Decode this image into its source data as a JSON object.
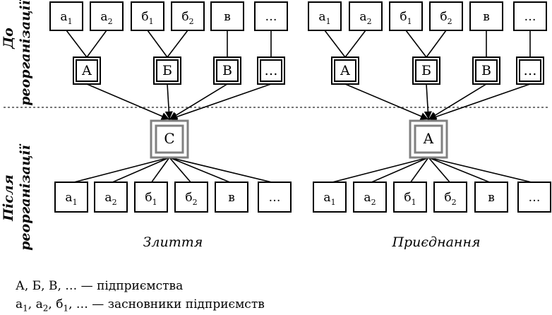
{
  "side_labels": {
    "before": [
      "До",
      "реорганізації"
    ],
    "after": [
      "Після",
      "реорганізації"
    ]
  },
  "captions": {
    "merger": "Злиття",
    "acquisition": "Приєднання"
  },
  "founders": [
    {
      "base": "а",
      "sub": "1"
    },
    {
      "base": "а",
      "sub": "2"
    },
    {
      "base": "б",
      "sub": "1"
    },
    {
      "base": "б",
      "sub": "2"
    },
    {
      "base": "в",
      "sub": ""
    },
    {
      "base": "…",
      "sub": ""
    }
  ],
  "merger_enterprises": [
    "А",
    "Б",
    "В",
    "…"
  ],
  "merger_result": "С",
  "acquisition_enterprises": [
    "А",
    "Б",
    "В",
    "…"
  ],
  "acquisition_result": "А",
  "legend": {
    "enterprises": "А, Б, В, … — підприємства",
    "founders_prefix": "а",
    "founders_text": " — засновники підприємств",
    "founders_items": [
      {
        "base": "а",
        "sub": "1"
      },
      {
        "base": "а",
        "sub": "2"
      },
      {
        "base": "б",
        "sub": "1"
      },
      {
        "base": "…",
        "sub": ""
      }
    ]
  },
  "colors": {
    "line": "#000000",
    "double_border": "#808080",
    "divider": "#777777"
  }
}
